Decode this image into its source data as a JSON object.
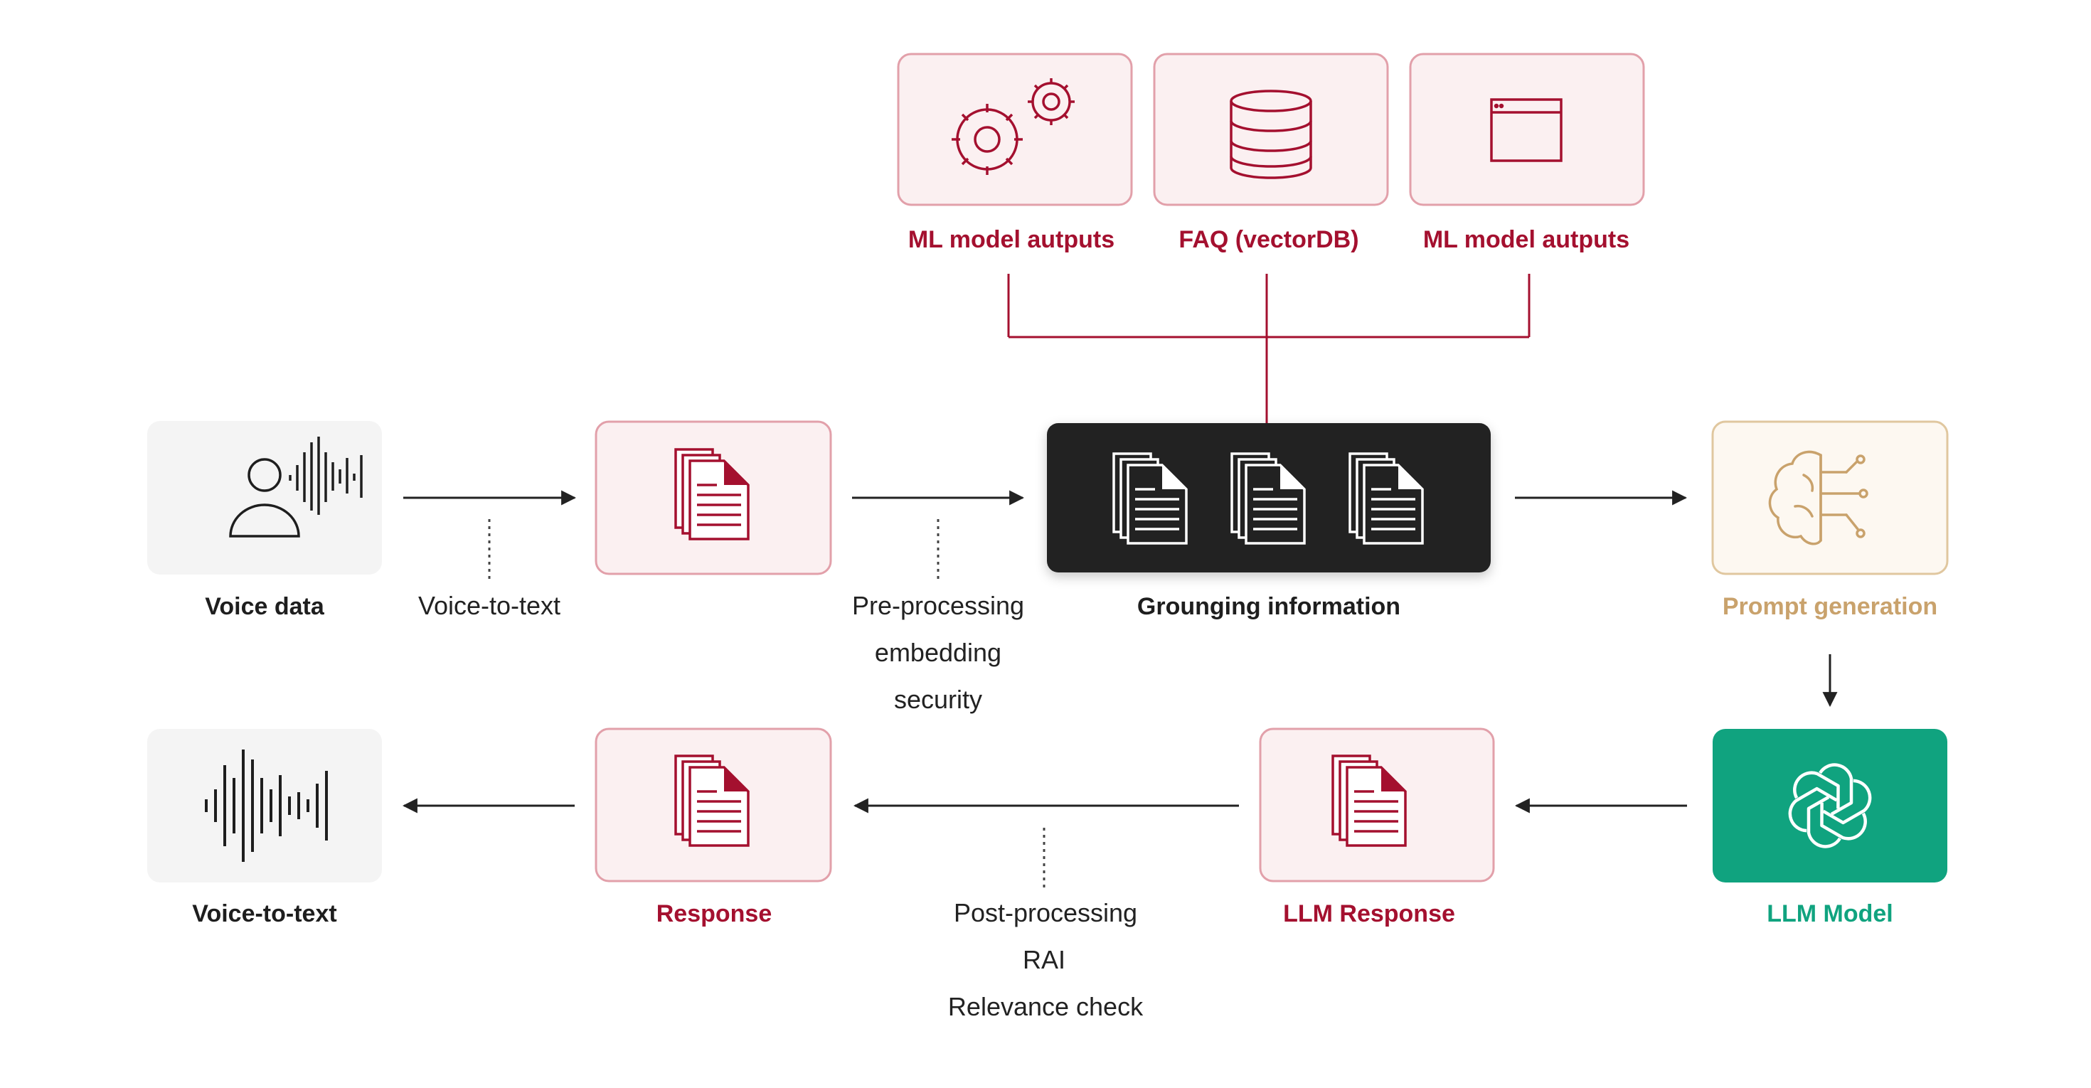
{
  "colors": {
    "accent_red": "#a4102f",
    "light_red_fill": "#fbf0f1",
    "light_red_border": "#e2a0aa",
    "grey_fill": "#f4f4f4",
    "dark_fill": "#222222",
    "gold": "#c9a26c",
    "gold_border": "#e0c79f",
    "gold_fill": "#fdf8f1",
    "green": "#10a37f",
    "text_dark": "#1e1e1e"
  },
  "sources": [
    {
      "label": "ML model autputs",
      "icon": "gears-icon"
    },
    {
      "label": "FAQ (vectorDB)",
      "icon": "database-icon"
    },
    {
      "label": "ML model autputs",
      "icon": "window-icon"
    }
  ],
  "nodes": {
    "voice_data": {
      "label": "Voice data",
      "icon": "user-voice-icon"
    },
    "preprocess_doc": {
      "label": "",
      "icon": "documents-icon"
    },
    "grounding": {
      "label": "Grounging information",
      "icon": "documents-icon"
    },
    "prompt": {
      "label": "Prompt generation",
      "icon": "brain-circuit-icon"
    },
    "llm_model": {
      "label": "LLM Model",
      "icon": "openai-logo-icon"
    },
    "llm_response": {
      "label": "LLM Response",
      "icon": "documents-icon"
    },
    "response": {
      "label": "Response",
      "icon": "documents-icon"
    },
    "voice_out": {
      "label": "Voice-to-text",
      "icon": "sound-wave-icon"
    }
  },
  "edge_labels": {
    "voice_to_text": [
      "Voice-to-text"
    ],
    "preprocessing": [
      "Pre-processing",
      "embedding",
      "security"
    ],
    "postprocessing": [
      "Post-processing",
      "RAI",
      "Relevance check"
    ]
  }
}
